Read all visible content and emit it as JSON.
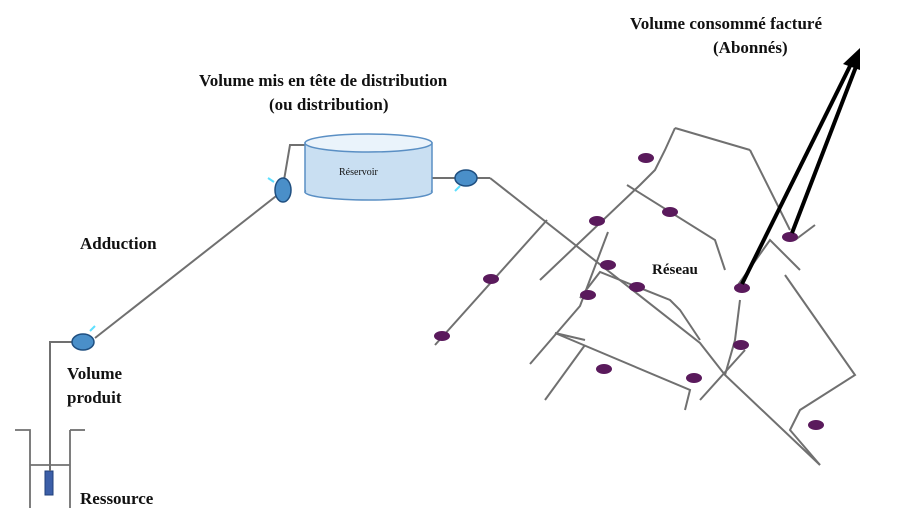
{
  "labels": {
    "billed_volume_line1": "Volume consommé facturé",
    "billed_volume_line2": "(Abonnés)",
    "distribution_volume_line1": "Volume mis en tête de distribution",
    "distribution_volume_line2": "(ou distribution)",
    "reservoir": "Réservoir",
    "adduction": "Adduction",
    "network": "Réseau",
    "produced_volume_line1": "Volume",
    "produced_volume_line2": "produit",
    "resource": "Ressource"
  },
  "colors": {
    "pipe": "#707070",
    "meter_fill": "#4a8fc9",
    "meter_stroke": "#1f4f80",
    "meter_accent": "#5ee0ff",
    "reservoir_top": "#eaf3fb",
    "reservoir_body": "#c9dff2",
    "reservoir_stroke": "#5a8fc4",
    "consumer_node": "#5a1a5c",
    "pump": "#3c5fa8",
    "arrow": "#000000"
  }
}
